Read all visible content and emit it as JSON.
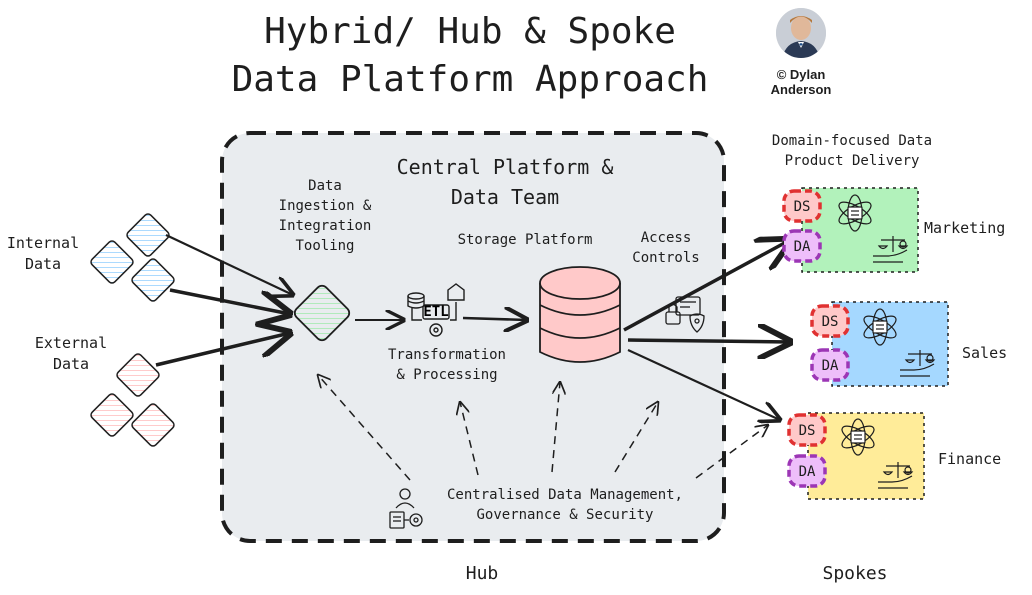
{
  "title_line1": "Hybrid/ Hub & Spoke",
  "title_line2": "Data Platform Approach",
  "author": {
    "line1": "© Dylan",
    "line2": "Anderson"
  },
  "sources": {
    "internal": "Internal\nData",
    "external": "External\nData"
  },
  "hub": {
    "title_line1": "Central Platform &",
    "title_line2": "Data Team",
    "ingestion": "Data\nIngestion &\nIntegration\nTooling",
    "storage": "Storage Platform",
    "access": "Access\nControls",
    "transformation": "Transformation\n& Processing",
    "etl_label": "ETL",
    "management_line1": "Centralised Data Management,",
    "management_line2": "Governance & Security",
    "footer": "Hub"
  },
  "spokes": {
    "header": "Domain-focused Data\nProduct Delivery",
    "footer": "Spokes",
    "badge_ds": "DS",
    "badge_da": "DA",
    "domains": [
      {
        "name": "Marketing",
        "color": "#b2f2bb"
      },
      {
        "name": "Sales",
        "color": "#a5d8ff"
      },
      {
        "name": "Finance",
        "color": "#ffec99"
      }
    ]
  },
  "colors": {
    "hub_fill": "#e9ecef",
    "storage": "#ffc9c9",
    "ds_border": "#e03131",
    "da_border": "#9c36b5",
    "da_fill": "#eebefa",
    "ds_fill": "#ffc9c9",
    "internal_diamond": "#a5d8ff",
    "external_diamond": "#ffc9c9",
    "ingestion_diamond": "#b2f2bb"
  },
  "icons": [
    "avatar",
    "etl-icon",
    "database-icon",
    "access-control-icon",
    "governance-icon",
    "ai-atom-icon",
    "balance-scale-icon"
  ]
}
